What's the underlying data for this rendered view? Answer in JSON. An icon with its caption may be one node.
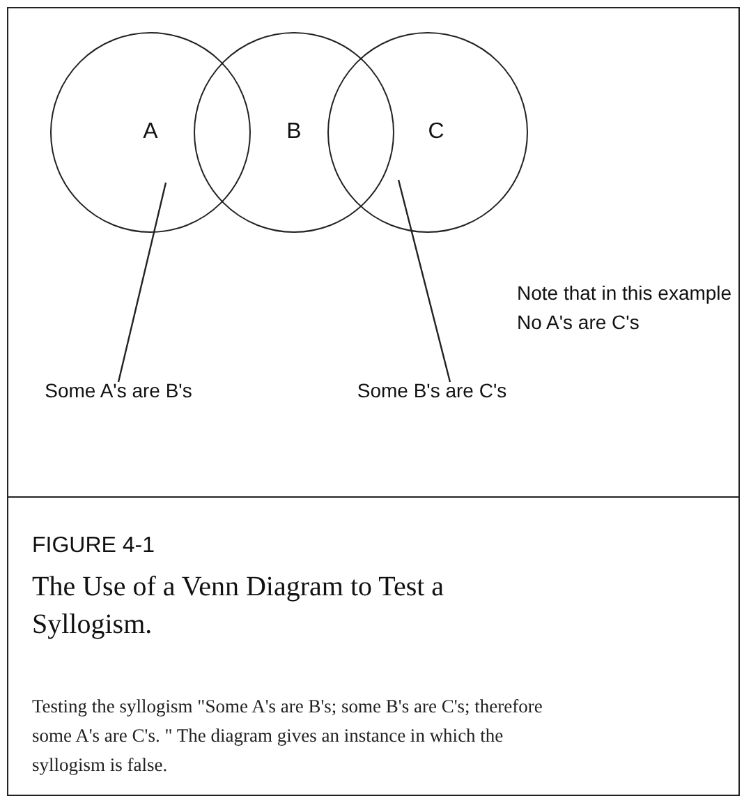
{
  "diagram": {
    "title": "The Use of a Venn Diagram to Test a Syllogism.",
    "caption": "Testing the syllogism \"Some A's are B's; some B's are C's; therefore some A's are C's. \" The diagram gives an instance in which the syllogism is false.",
    "nodes": [
      {
        "text": [
          "A"
        ]
      },
      {
        "text": [
          "B"
        ]
      },
      {
        "text": [
          "C"
        ]
      },
      {
        "text": [
          "Some A's are B's"
        ]
      },
      {
        "text": [
          "Some B's are C's"
        ]
      }
    ],
    "edges": [
      {
        "from": 3,
        "to": 0,
        "arrow": "none"
      },
      {
        "from": 4,
        "to": 2,
        "arrow": "none"
      }
    ],
    "labels": [
      "Note that in this example No A's are C's",
      "FIGURE 4-1"
    ]
  }
}
